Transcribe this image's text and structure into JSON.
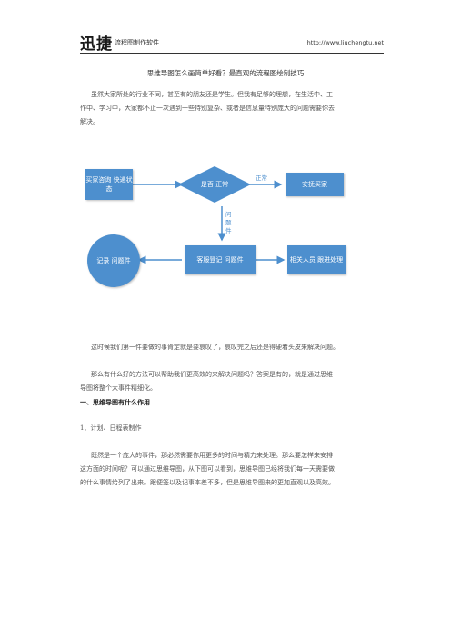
{
  "header": {
    "brand": "迅捷",
    "brand_sub": "流程图制作软件",
    "url": "http://www.liuchengtu.net"
  },
  "title": "思维导图怎么画简单好看？最直观的流程图绘制技巧",
  "intro_lines": [
    "虽然大家所处的行业不同，甚至有的朋友还是学生。但我有足够的理想，在生活中、工",
    "作中、学习中，大家都不止一次遇到一些特别复杂、或者是信息量特别庞大的问题需要你去",
    "解决。"
  ],
  "flowchart": {
    "node_consult": "买家咨询 快递状态",
    "node_decision": "是否 正常",
    "label_normal": "正常",
    "node_soothe": "安抚买家",
    "label_problem": "问题件",
    "node_register": "客服登记 问题件",
    "node_record": "记录 问题件",
    "node_handler": "相关人员 跟进处理",
    "color": "#4d8fce"
  },
  "para2_lines": [
    "这时候我们第一件要做的事肯定就是要哀叹了，哀叹完之后还是得硬着头皮来解决问题。"
  ],
  "para3_lines": [
    "那么有什么好的方法可以帮助我们更高效的来解决问题吗？答案是有的，就是通过思维",
    "导图将整个大事件精细化。"
  ],
  "section_heading": "一、思维导图有什么作用",
  "sub_heading": "1、计划、日程表制作",
  "para4_lines": [
    "既然是一个庞大的事件，那必然需要你用更多的时间与精力来处理。那么要怎样来安排",
    "这方面的时间呢？可以通过思维导图，从下图可以看到，思维导图已经将我们每一天需要做",
    "的什么事情给列了出来。跟便签以及记事本差不多，但是思维导图来的更加直观以及高效。"
  ]
}
